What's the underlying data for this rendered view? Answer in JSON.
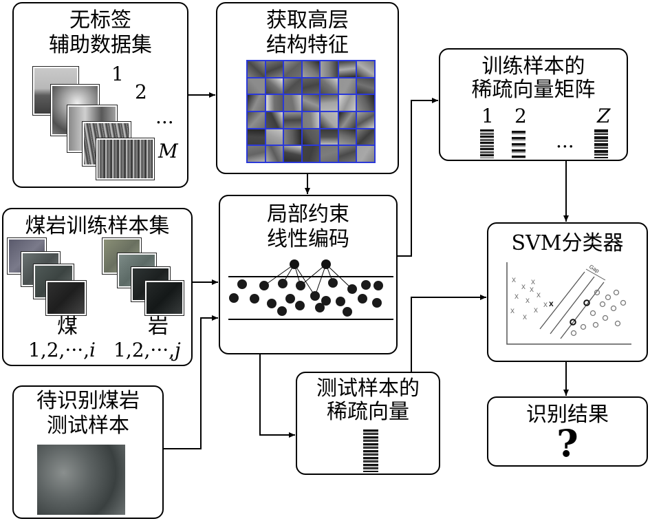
{
  "unlabeled": {
    "title_line1": "无标签",
    "title_line2": "辅助数据集",
    "label1": "1",
    "label2": "2",
    "dots": "...",
    "labelM": "M"
  },
  "features": {
    "title_line1": "获取高层",
    "title_line2": "结构特征"
  },
  "train_sparse": {
    "title_line1": "训练样本的",
    "title_line2": "稀疏向量矩阵",
    "label1": "1",
    "label2": "2",
    "dots": "...",
    "labelZ": "Z"
  },
  "coal_rock": {
    "title": "煤岩训练样本集",
    "coal_label": "煤",
    "coal_idx": "1,2,···,",
    "coal_var": "i",
    "rock_label": "岩",
    "rock_idx": "1,2,···,",
    "rock_var": "j"
  },
  "llc": {
    "title_line1": "局部约束",
    "title_line2": "线性编码"
  },
  "svm": {
    "title": "SVM分类器",
    "gap_label": "Gap"
  },
  "test_input": {
    "title_line1": "待识别煤岩",
    "title_line2": "测试样本"
  },
  "test_sparse": {
    "title_line1": "测试样本的",
    "title_line2": "稀疏向量"
  },
  "result": {
    "title": "识别结果",
    "mark": "?"
  }
}
